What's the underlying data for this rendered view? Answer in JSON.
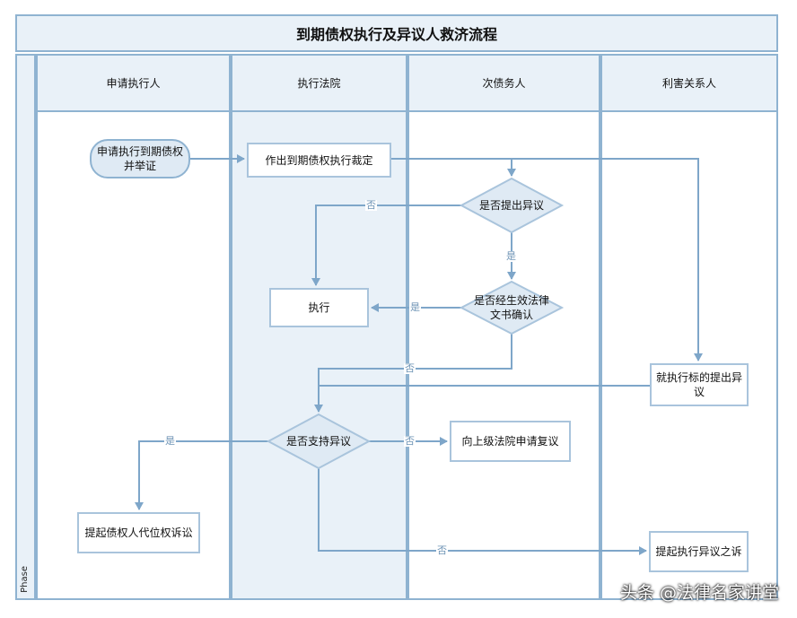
{
  "title": "到期债权执行及异议人救济流程",
  "phase_label": "Phase",
  "lanes": [
    "申请执行人",
    "执行法院",
    "次债务人",
    "利害关系人"
  ],
  "nodes": {
    "apply": "申请执行到期债权并举证",
    "ruling": "作出到期债权执行裁定",
    "objection_q": "是否提出异议",
    "execute": "执行",
    "effective_q": "是否经生效法律文书确认",
    "third_party": "就执行标的提出异议",
    "support_q": "是否支持异议",
    "review": "向上级法院申请复议",
    "subrogation": "提起债权人代位权诉讼",
    "exec_suit": "提起执行异议之诉"
  },
  "edge_labels": {
    "no1": "否",
    "yes1": "是",
    "yes2": "是",
    "no2": "否",
    "yes3": "是",
    "no3": "否",
    "no4": "否"
  },
  "watermark": "头条 @法律名家讲堂",
  "colors": {
    "line": "#7ea6c9",
    "header_fill": "#e9f1f8",
    "border": "#8fb3d1"
  }
}
